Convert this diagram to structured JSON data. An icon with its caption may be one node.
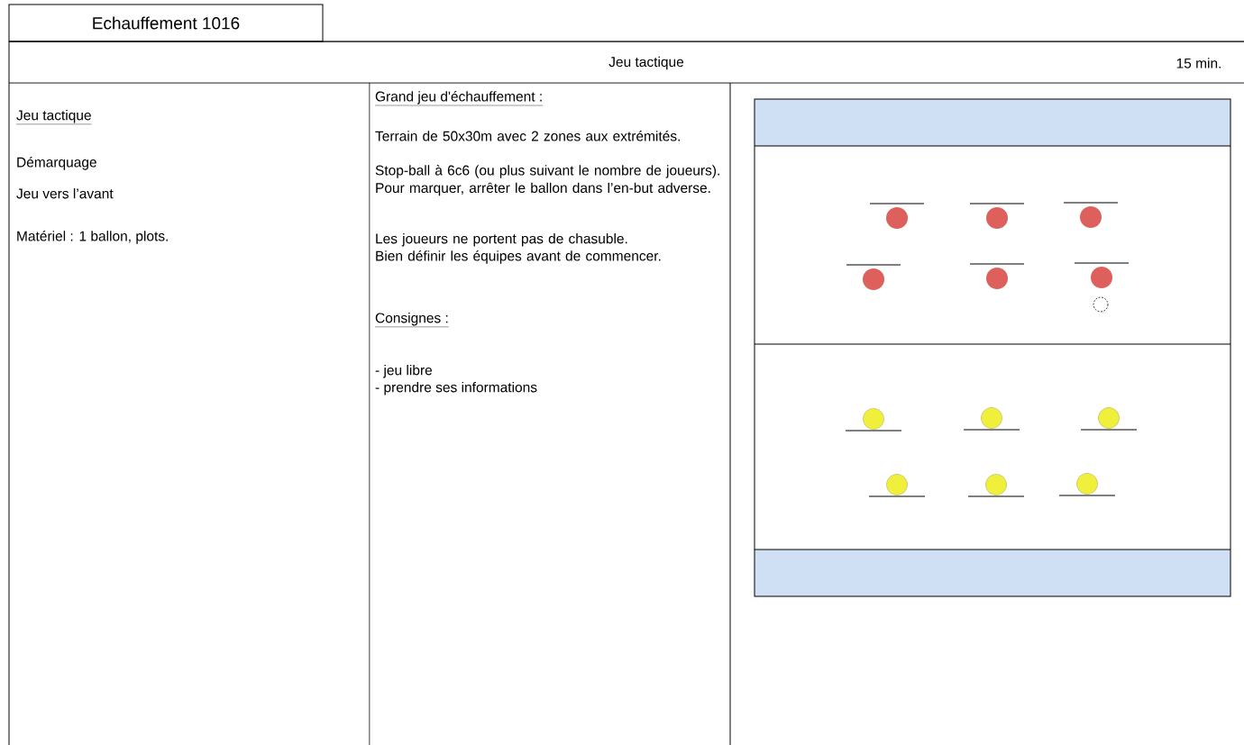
{
  "diagram": {
    "title": "Echauffement 1016",
    "labels": [
      "Jeu tactique",
      "15 min.",
      "Jeu tactique",
      "Démarquage",
      "Jeu vers l’avant",
      "Matériel : 1 ballon, plots.",
      "Grand jeu d'échauffement :",
      "Terrain de 50x30m avec 2 zones aux extrémités.",
      "Stop-ball à 6c6 (ou plus suivant le nombre de joueurs). Pour marquer, arrêter le ballon dans l’en-but adverse.",
      "Les joueurs ne portent pas de chasuble.",
      "Bien définir les équipes avant de commencer.",
      "Consignes :",
      "- jeu libre",
      "- prendre ses informations"
    ]
  }
}
